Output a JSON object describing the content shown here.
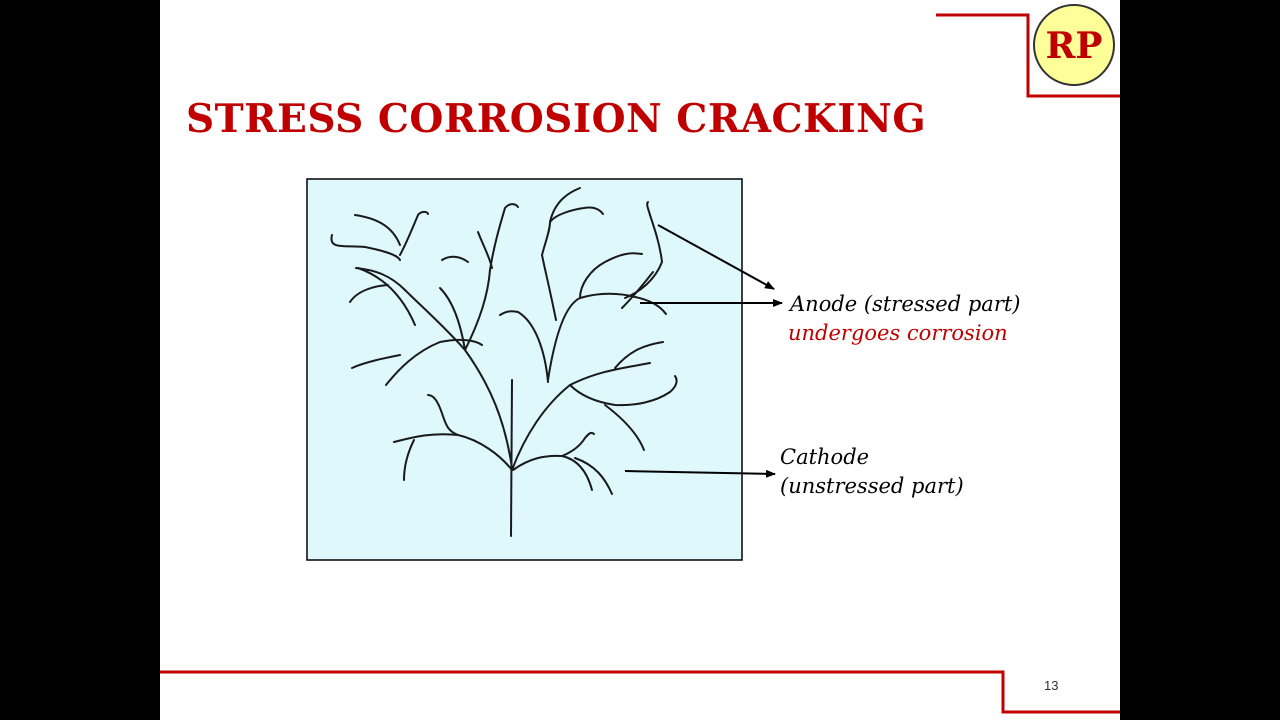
{
  "slide": {
    "title": "STRESS CORROSION CRACKING",
    "page_number": "13",
    "logo_text": "RP"
  },
  "diagram": {
    "anode_label": "Anode (stressed part)",
    "anode_note": "undergoes corrosion",
    "cathode_label_line1": "Cathode",
    "cathode_label_line2": "(unstressed part)"
  },
  "colors": {
    "accent_red": "#c00000",
    "panel_fill": "#dff8fb",
    "logo_fill": "#ffff99"
  }
}
